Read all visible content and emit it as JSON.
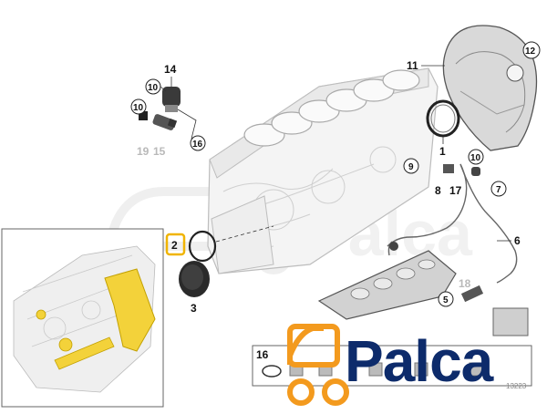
{
  "diagram": {
    "callouts": {
      "c1": "1",
      "c2": "2",
      "c3": "3",
      "c5": "5",
      "c6": "6",
      "c7": "7",
      "c8": "8",
      "c9": "9",
      "c10a": "10",
      "c10b": "10",
      "c11": "11",
      "c12": "12",
      "c14": "14",
      "c16a": "16",
      "c16b": "16",
      "c17": "17",
      "c18": "18",
      "c19": "19",
      "c15": "15"
    },
    "part_number_fragment": "13223"
  },
  "logo": {
    "text": "Palca",
    "watermark": "Palca",
    "primary_color": "#0d2b6b",
    "accent_color": "#f39a1e"
  },
  "highlight_color": "#f0c800"
}
